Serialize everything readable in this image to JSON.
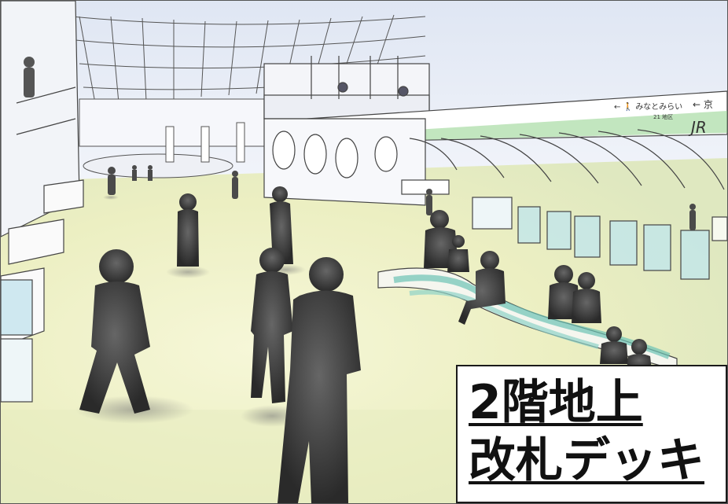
{
  "caption": {
    "line1": "2階地上",
    "line2": "改札デッキ"
  },
  "signage": {
    "jr_logo": "JR",
    "minatomirai": "← 🚶 みなとみらい",
    "minatomirai_sub": "21 地区",
    "kyo": "← 京"
  },
  "colors": {
    "sky": "#e8eef7",
    "floor_light": "#f1f3cf",
    "floor_green": "#e3eab1",
    "person": "#3a3a3a",
    "water": "#8fd3c7",
    "glass": "#bfe6ee",
    "sign_green": "#8fd18a"
  }
}
